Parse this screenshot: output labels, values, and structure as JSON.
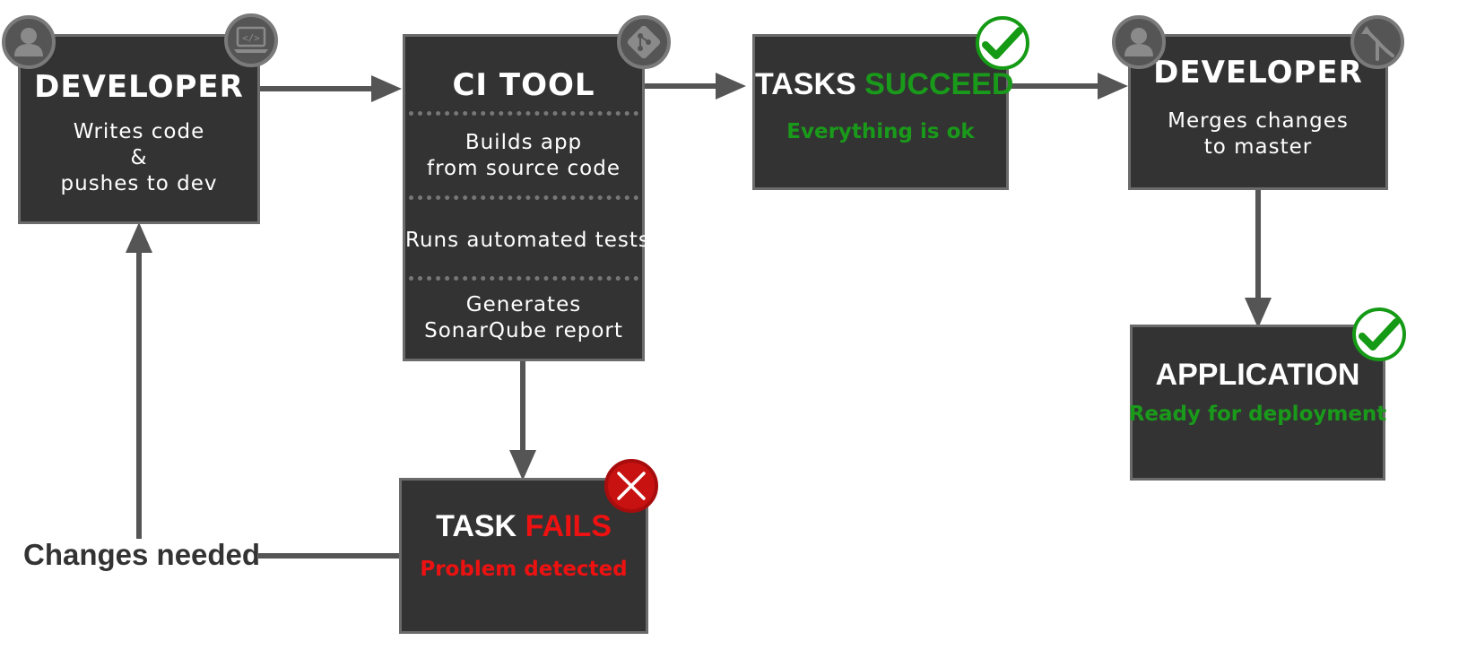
{
  "developer1": {
    "title": "DEVELOPER",
    "line1": "Writes code",
    "line2": "&",
    "line3": "pushes to dev",
    "icons": [
      "user-icon",
      "code-laptop-icon"
    ]
  },
  "ci_tool": {
    "title": "CI TOOL",
    "step1_line1": "Builds app",
    "step1_line2": "from source code",
    "step2": "Runs automated tests",
    "step3_line1": "Generates",
    "step3_line2": "SonarQube report",
    "icon": "git-icon"
  },
  "tasks_succeed": {
    "title_prefix": "TASKS ",
    "title_highlight": "SUCCEED",
    "status": "Everything is ok",
    "icon": "check-icon"
  },
  "developer2": {
    "title": "DEVELOPER",
    "line1": "Merges changes",
    "line2": "to master",
    "icons": [
      "user-icon",
      "merge-icon"
    ]
  },
  "application": {
    "title": "APPLICATION",
    "status": "Ready for deployment",
    "icon": "check-icon"
  },
  "task_fails": {
    "title_prefix": "TASK ",
    "title_highlight": "FAILS",
    "status": "Problem detected",
    "icon": "cross-icon"
  },
  "feedback_label": "Changes needed",
  "colors": {
    "box_fill": "#333333",
    "box_border": "#6b6b6b",
    "arrow": "#555555",
    "success": "#1a9a1a",
    "failure": "#ee1111"
  }
}
